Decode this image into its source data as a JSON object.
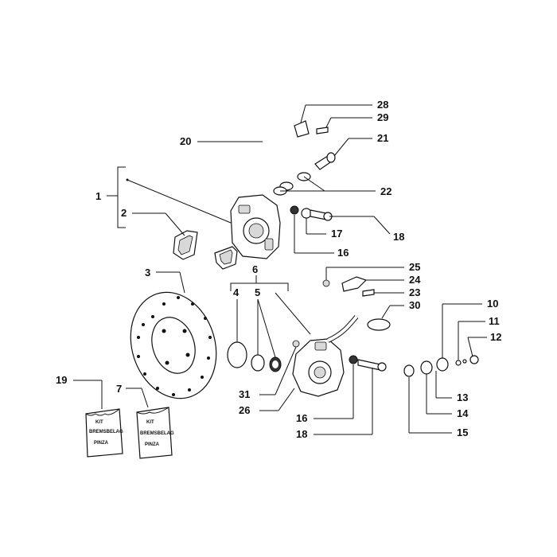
{
  "diagram": {
    "callouts": [
      "1",
      "2",
      "3",
      "4",
      "5",
      "6",
      "7",
      "10",
      "11",
      "12",
      "13",
      "14",
      "15",
      "16",
      "17",
      "18",
      "19",
      "20",
      "21",
      "22",
      "23",
      "24",
      "25",
      "26",
      "28",
      "29",
      "30",
      "31"
    ],
    "kit_card_left": {
      "line1": "KIT",
      "line2": "BREMSBELAG",
      "line3": "PINZA"
    },
    "kit_card_right": {
      "line1": "KIT",
      "line2": "BREMSBELAG",
      "line3": "PINZA"
    }
  }
}
